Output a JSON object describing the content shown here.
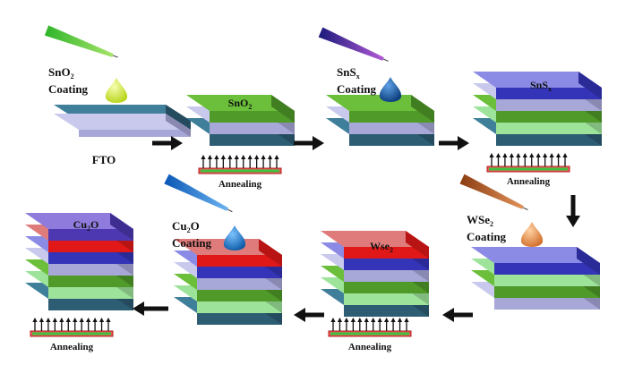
{
  "labels": {
    "fto": "FTO",
    "sno2_coating_main": "SnO",
    "sno2_coating_sub": "2",
    "sno2_coating_word": "Coating",
    "sno2_top_main": "SnO",
    "sno2_top_sub": "2",
    "sns_coating_main": "SnS",
    "sns_coating_sub": "x",
    "sns_coating_word": "Coating",
    "sns_top_main": "SnS",
    "sns_top_sub": "x",
    "wse2_coating_main": "WSe",
    "wse2_coating_sub": "2",
    "wse2_coating_word": "Coating",
    "wse2_top_main": "Wse",
    "wse2_top_sub": "2",
    "cu2o_coating_main": "Cu",
    "cu2o_coating_sub": "2",
    "cu2o_coating_o": "O",
    "cu2o_coating_word": "Coating",
    "cu2o_top_main": "Cu",
    "cu2o_top_sub": "2",
    "cu2o_top_o": "O",
    "annealing_1": "Annealing",
    "annealing_2": "Annealing",
    "annealing_3": "Annealing",
    "annealing_4": "Annealing"
  },
  "colors": {
    "fto_top": "#3f7f9a",
    "fto_side": "#2c5d73",
    "glass_top": "#c9c9ee",
    "glass_side": "#a7a7d8",
    "sno2_top": "#6bbf3a",
    "sno2_side": "#4f9a29",
    "sns_top": "#8b8be6",
    "sns_side": "#3434b8",
    "wse2_top": "#e07b7b",
    "wse2_side": "#e01818",
    "light_green": "#9de39a",
    "cu2o_top": "#8f7bdc",
    "cu2o_side": "#4d38b2",
    "arrow": "#111111"
  }
}
